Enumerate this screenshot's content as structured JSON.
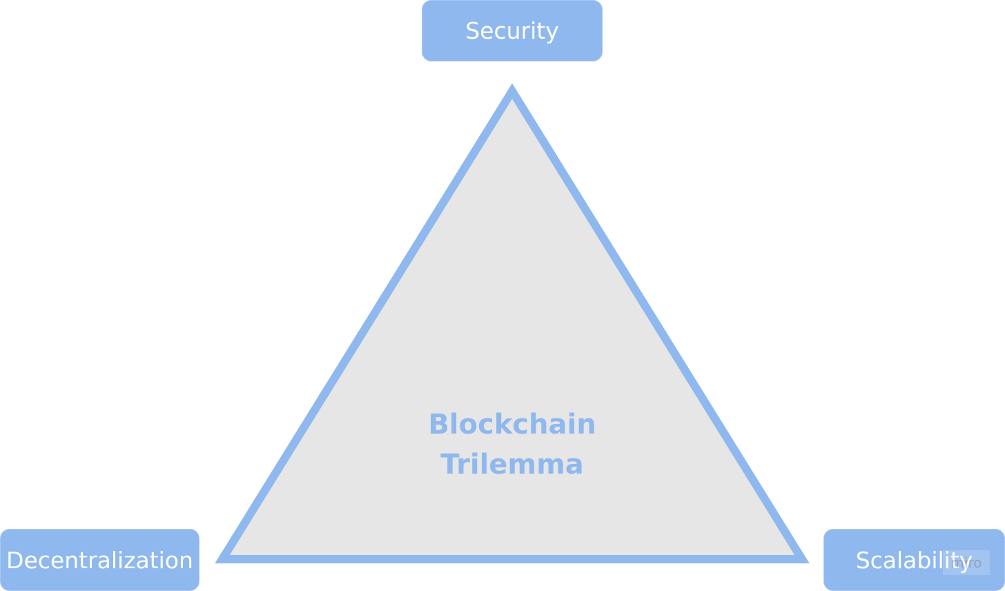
{
  "diagram": {
    "center_label": [
      "Blockchain",
      "Trilemma"
    ],
    "vertices": {
      "top": "Security",
      "bottom_left": "Decentralization",
      "bottom_right": "Scalability"
    },
    "watermark": "miro",
    "colors": {
      "accent": "#8fb8ee",
      "triangle_fill": "#e6e6e6",
      "label_text": "#ffffff"
    }
  }
}
